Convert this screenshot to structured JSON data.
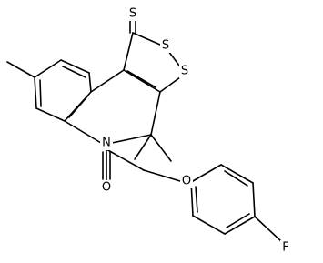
{
  "structure": {
    "atom_labels": {
      "thione_sulfur": "S",
      "ring_sulfur_upper": "S",
      "ring_sulfur_lower": "S",
      "ring_nitrogen": "N",
      "carbonyl_oxygen": "O",
      "ether_oxygen": "O",
      "fluorine": "F"
    },
    "colors": {
      "bond": "#000000",
      "label": "#000000",
      "background": "#ffffff"
    }
  }
}
